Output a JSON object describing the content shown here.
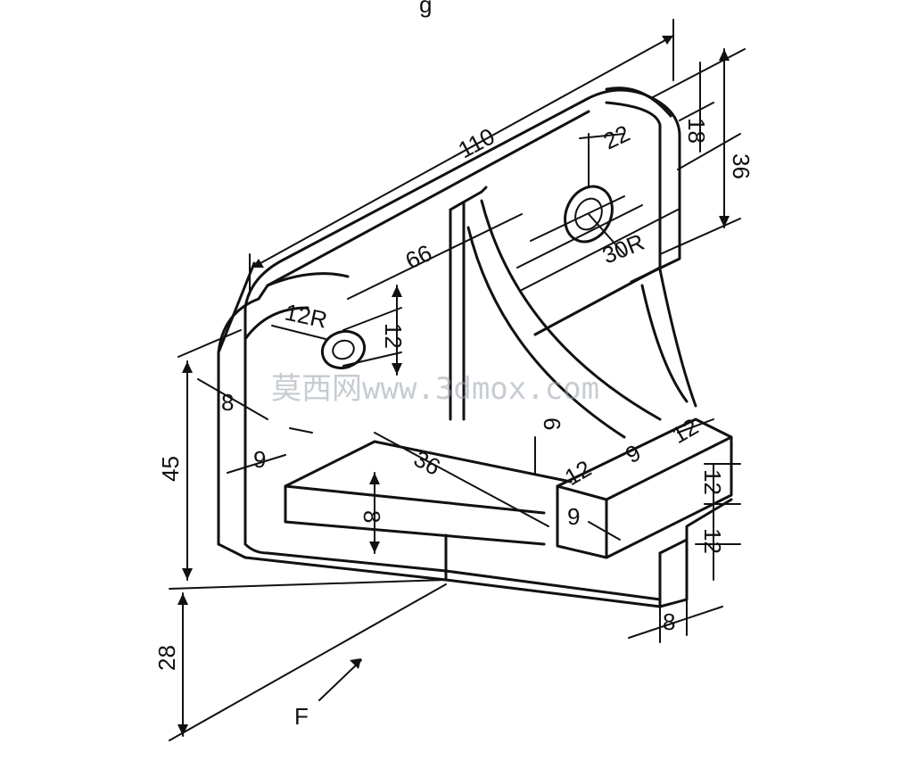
{
  "caption_fragment": "g",
  "dimensions": {
    "overall_length": "110",
    "hole_large_dia": "22",
    "boss_radius": "30R",
    "top_offset": "18",
    "top_height": "36",
    "mid_length": "66",
    "small_radius": "12R",
    "small_hole": "12",
    "left_thickness": "8",
    "left_height": "45",
    "base_height": "28",
    "inner_left": "9",
    "rib_length": "36",
    "base_thickness": "8",
    "rib_thickness": "6",
    "block_width_a": "12",
    "block_width_b": "12",
    "block_gap": "9",
    "block_height": "12",
    "block_right": "9",
    "foot_height": "12",
    "foot_width": "8"
  },
  "view_direction_label": "F",
  "watermark": "莫西网www.3dmox.com"
}
